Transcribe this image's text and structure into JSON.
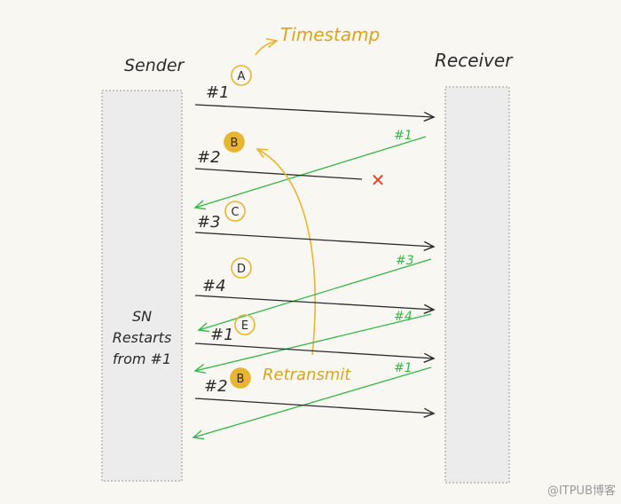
{
  "labels": {
    "sender": "Sender",
    "receiver": "Receiver",
    "timestamp": "Timestamp",
    "retransmit": "Retransmit",
    "sn_restart": [
      "SN",
      "Restarts",
      "from #1"
    ],
    "watermark": "@ITPUB博客"
  },
  "packets": [
    {
      "seq": "#1",
      "timestamp": "A"
    },
    {
      "seq": "#2",
      "timestamp": "B"
    },
    {
      "seq": "#3",
      "timestamp": "C"
    },
    {
      "seq": "#4",
      "timestamp": "D"
    },
    {
      "seq": "#1",
      "timestamp": "E"
    },
    {
      "seq": "#2",
      "timestamp": "B"
    }
  ],
  "acks": [
    "#1",
    "#3",
    "#4",
    "#1"
  ],
  "lost_marker": "✕",
  "colors": {
    "ink": "#2b2b2b",
    "highlight": "#e8b530",
    "accent_text": "#d9a520",
    "ack_line": "#37b54a",
    "loss": "#e0432b",
    "lane_fill": "#ececec"
  }
}
